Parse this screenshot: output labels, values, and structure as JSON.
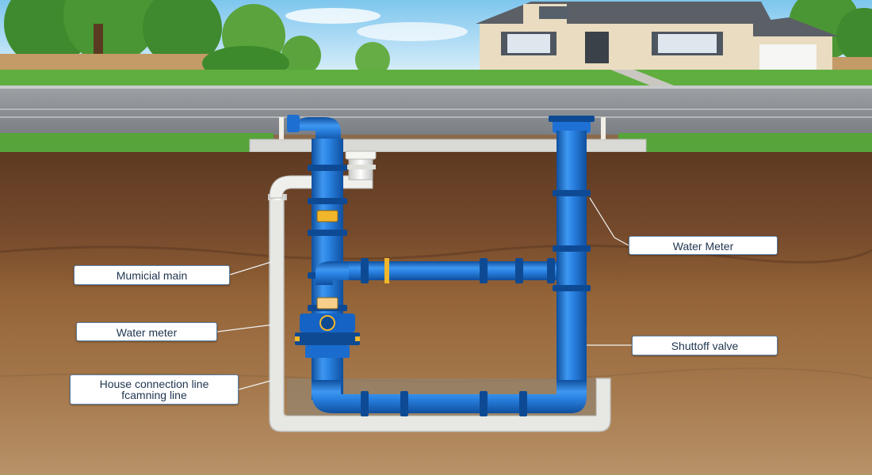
{
  "labels": {
    "municipal_main": "Mumicial main",
    "water_meter_left": "Water meter",
    "house_connection": "House connection line fcamning line",
    "water_meter_right": "Water Meter",
    "shutoff_valve": "Shuttoff valve"
  },
  "icons": {
    "house": "house-icon",
    "tree": "tree-icon",
    "fence": "fence-icon",
    "water_meter": "water-meter-icon",
    "valve": "valve-icon"
  },
  "colors": {
    "pipe_blue": "#1f73d6",
    "pipe_blue_light": "#3e97f0",
    "pipe_blue_dark": "#0f4f9e",
    "sky": "#9fd3f0",
    "grass": "#4fa33a",
    "road": "#8d9196",
    "soil_top": "#6b4128",
    "soil_mid": "#9a6a3f",
    "soil_bottom": "#b58e63",
    "sleeve": "#e7e7e4",
    "label_border": "#5d7fa6",
    "label_text": "#1f3550"
  }
}
